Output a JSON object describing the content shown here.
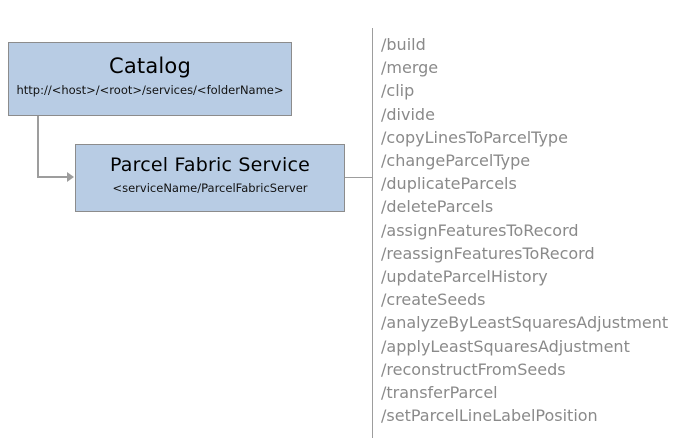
{
  "catalog": {
    "title": "Catalog",
    "subtitle": "http://<host>/<root>/services/<folderName>"
  },
  "service": {
    "title": "Parcel Fabric Service",
    "subtitle": "<serviceName/ParcelFabricServer"
  },
  "operations": [
    "/build",
    "/merge",
    "/clip",
    "/divide",
    "/copyLinesToParcelType",
    "/changeParcelType",
    "/duplicateParcels",
    "/deleteParcels",
    "/assignFeaturesToRecord",
    "/reassignFeaturesToRecord",
    "/updateParcelHistory",
    "/createSeeds",
    "/analyzeByLeastSquaresAdjustment",
    "/applyLeastSquaresAdjustment",
    "/reconstructFromSeeds",
    "/transferParcel",
    "/setParcelLineLabelPosition"
  ],
  "colors": {
    "box_fill": "#b8cce4",
    "box_border": "#8c8c8c",
    "connector_line": "#9d9d9d",
    "operation_text": "#8a8a8a"
  }
}
